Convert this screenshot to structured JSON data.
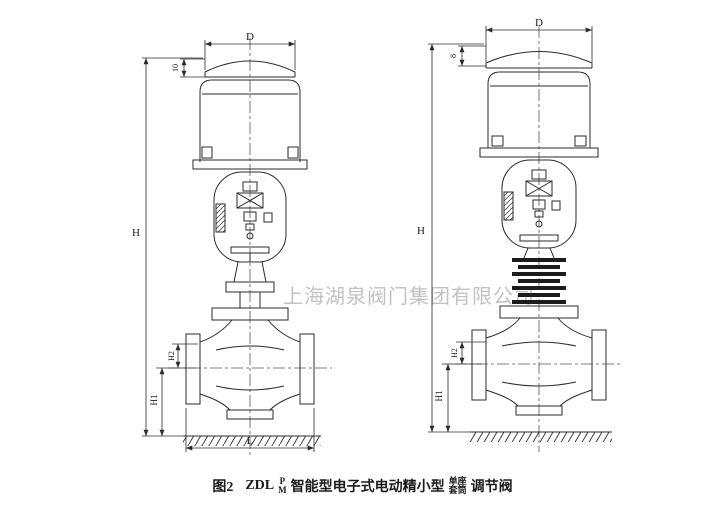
{
  "watermark": {
    "text": "上海湖泉阀门集团有限公司"
  },
  "caption": {
    "figure_no": "图2",
    "model": "ZDL",
    "model_sup": "P",
    "model_sub": "M",
    "middle": "智能型电子式电动精小型",
    "variant_top": "单座",
    "variant_bottom": "套筒",
    "tail": "调节阀"
  },
  "left_valve": {
    "dims": {
      "d": "D",
      "h": "H",
      "h1": "H1",
      "h2": "H2",
      "l": "L",
      "cap_gap": "10"
    }
  },
  "right_valve": {
    "dims": {
      "d": "D",
      "h": "H",
      "h1": "H1",
      "h2": "H2",
      "cap_gap": "8"
    }
  },
  "colors": {
    "line": "#2b2b2b",
    "watermark": "#c2c2c2"
  }
}
